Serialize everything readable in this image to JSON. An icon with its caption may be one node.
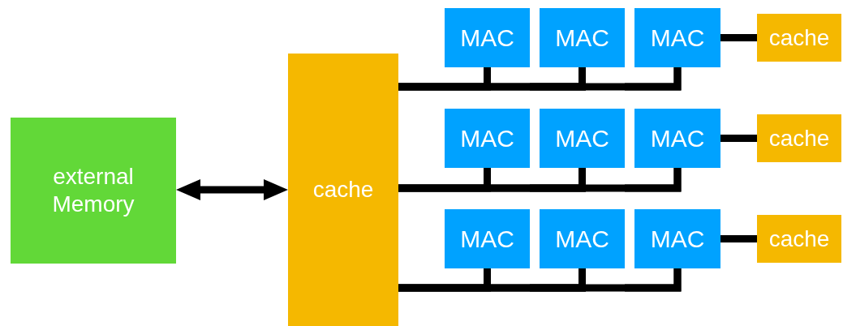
{
  "diagram": {
    "nodes": [
      {
        "text": [
          "external Memory"
        ]
      },
      {
        "text": [
          "cache"
        ]
      },
      {
        "text": [
          "MAC"
        ]
      },
      {
        "text": [
          "MAC"
        ]
      },
      {
        "text": [
          "MAC"
        ]
      },
      {
        "text": [
          "cache"
        ]
      },
      {
        "text": [
          "MAC"
        ]
      },
      {
        "text": [
          "MAC"
        ]
      },
      {
        "text": [
          "MAC"
        ]
      },
      {
        "text": [
          "cache"
        ]
      },
      {
        "text": [
          "MAC"
        ]
      },
      {
        "text": [
          "MAC"
        ]
      },
      {
        "text": [
          "MAC"
        ]
      },
      {
        "text": [
          "cache"
        ]
      }
    ],
    "edges": [
      {
        "from": 0,
        "to": 1,
        "arrow": "both"
      },
      {
        "from": 2,
        "to": 3,
        "arrow": "none"
      },
      {
        "from": 3,
        "to": 4,
        "arrow": "none"
      },
      {
        "from": 4,
        "to": 5,
        "arrow": "none"
      },
      {
        "from": 1,
        "to": 2,
        "arrow": "none"
      },
      {
        "from": 1,
        "to": 3,
        "arrow": "none"
      },
      {
        "from": 1,
        "to": 4,
        "arrow": "none"
      },
      {
        "from": 6,
        "to": 7,
        "arrow": "none"
      },
      {
        "from": 7,
        "to": 8,
        "arrow": "none"
      },
      {
        "from": 8,
        "to": 9,
        "arrow": "none"
      },
      {
        "from": 1,
        "to": 6,
        "arrow": "none"
      },
      {
        "from": 1,
        "to": 7,
        "arrow": "none"
      },
      {
        "from": 1,
        "to": 8,
        "arrow": "none"
      },
      {
        "from": 10,
        "to": 11,
        "arrow": "none"
      },
      {
        "from": 11,
        "to": 12,
        "arrow": "none"
      },
      {
        "from": 12,
        "to": 13,
        "arrow": "none"
      },
      {
        "from": 1,
        "to": 10,
        "arrow": "none"
      },
      {
        "from": 1,
        "to": 11,
        "arrow": "none"
      },
      {
        "from": 1,
        "to": 12,
        "arrow": "none"
      }
    ]
  }
}
